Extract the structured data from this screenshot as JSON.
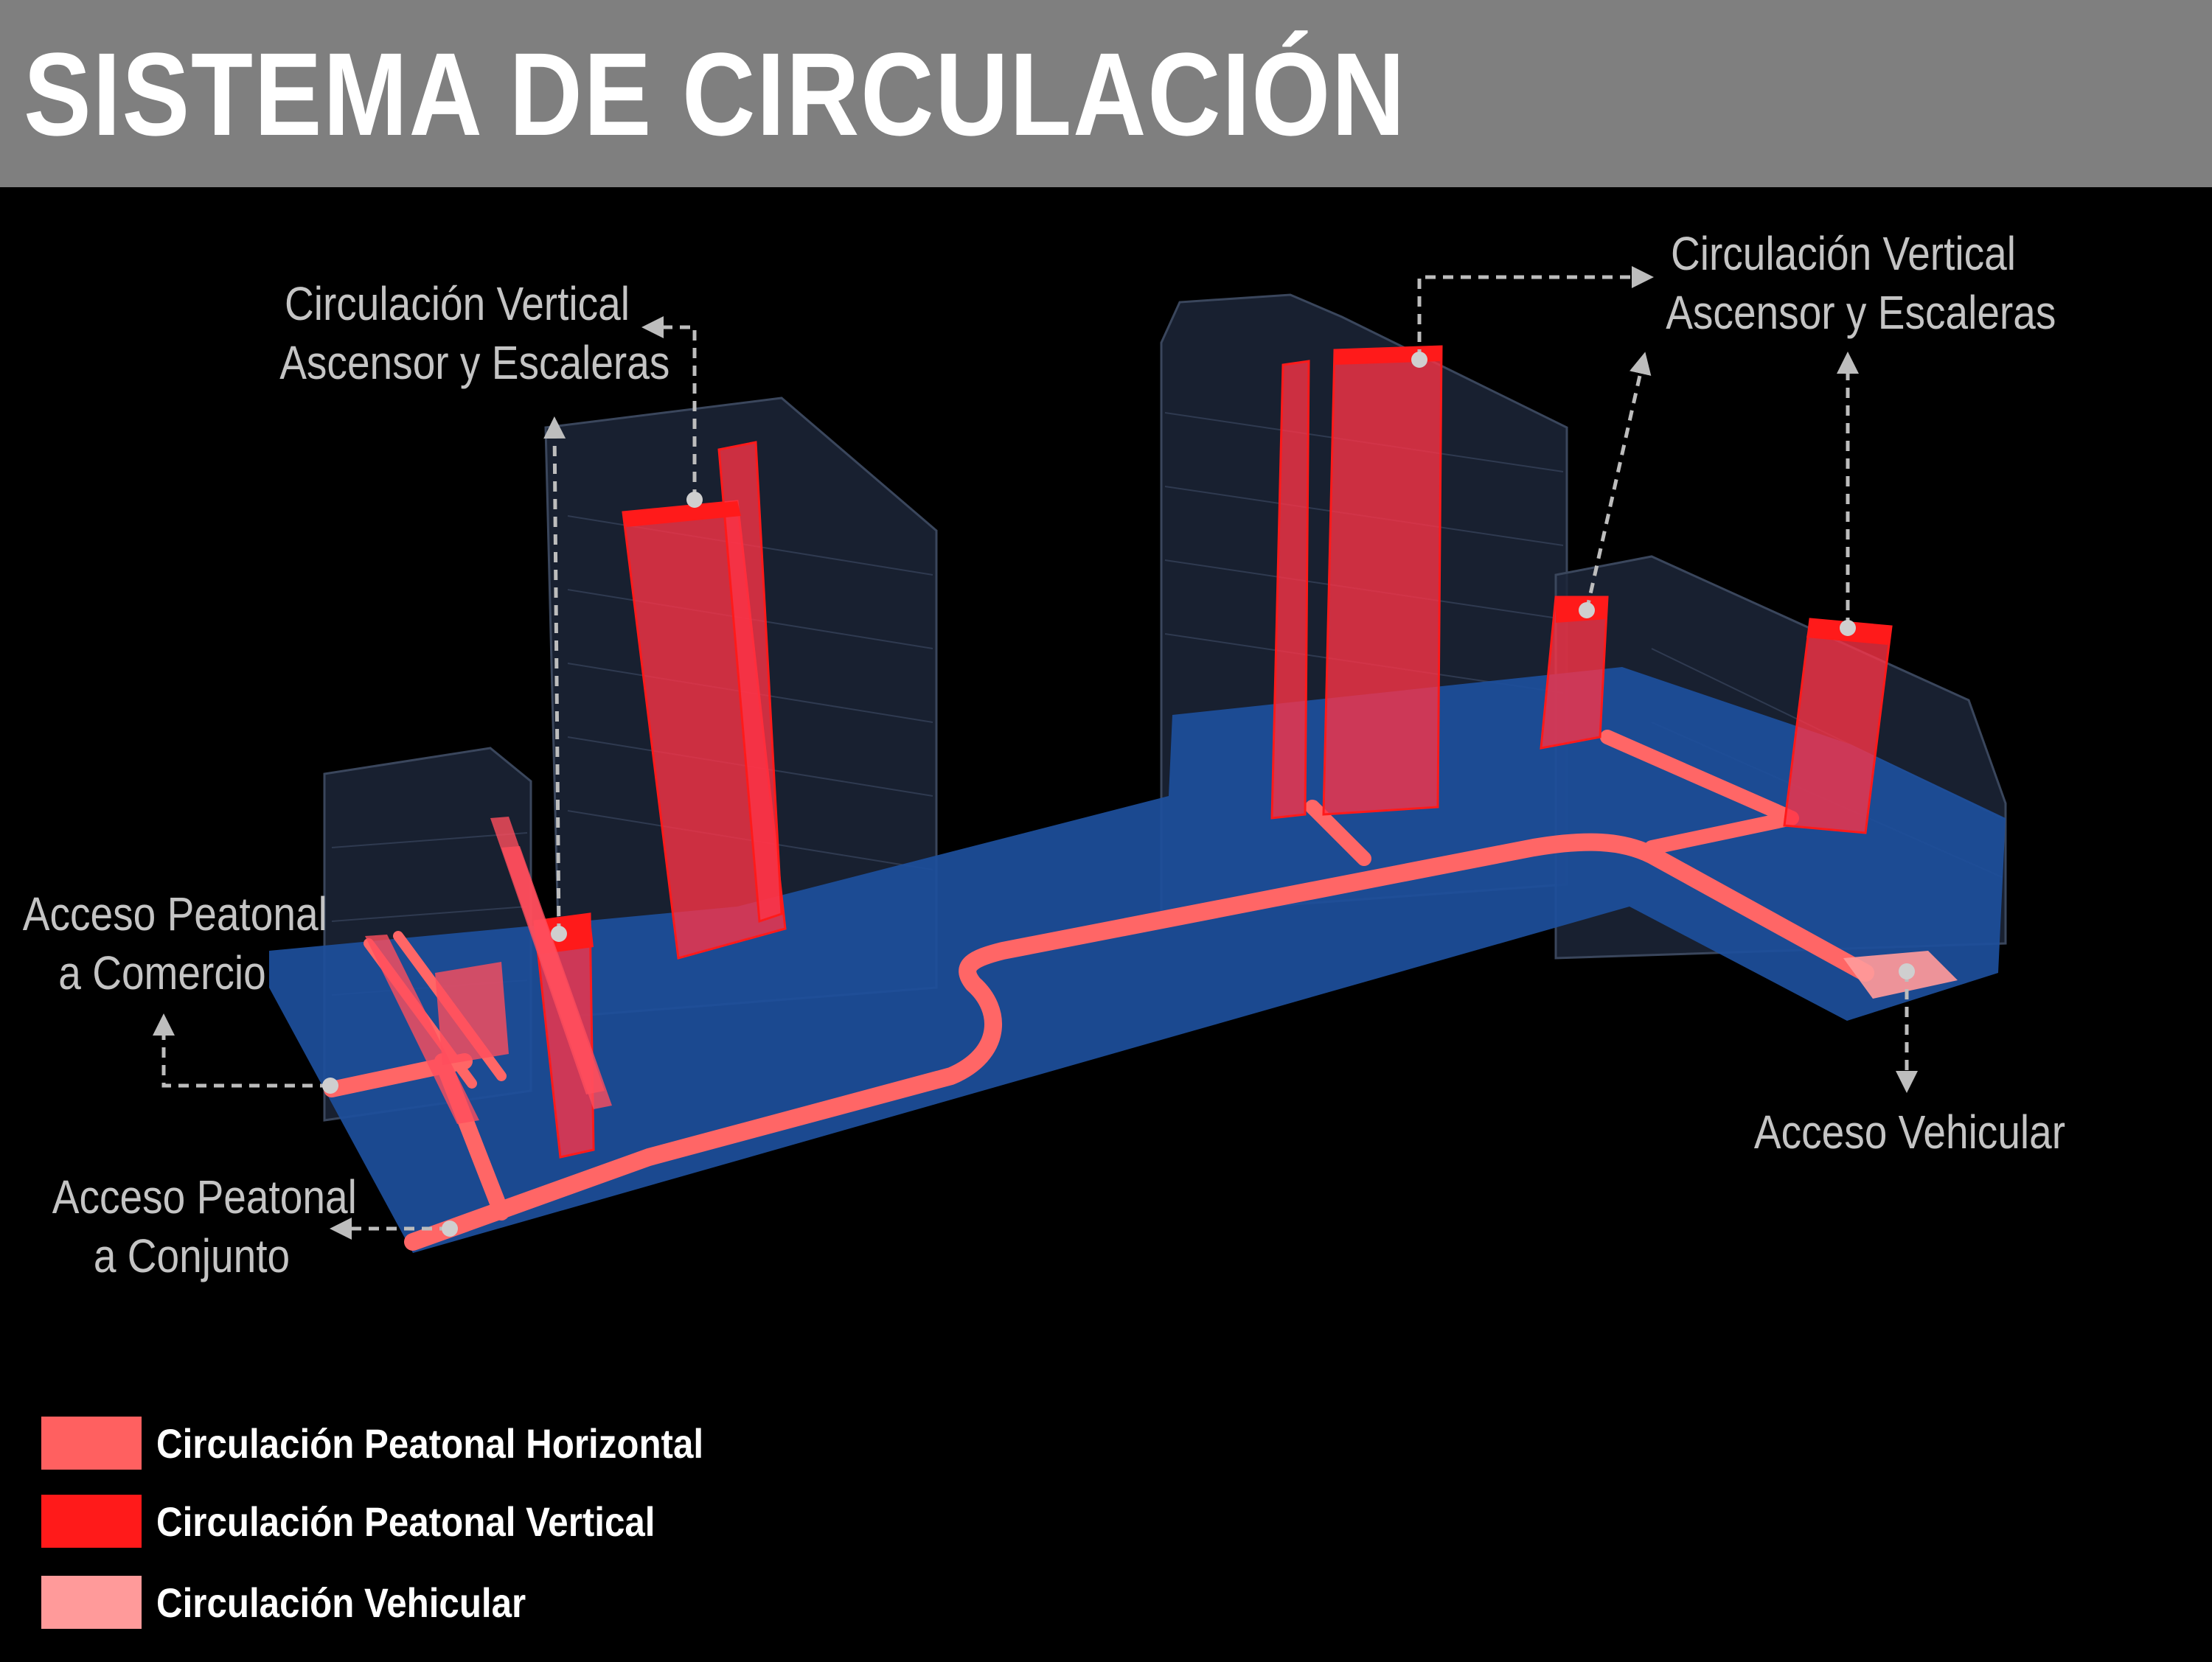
{
  "header": {
    "title": "SISTEMA DE CIRCULACIÓN"
  },
  "diagram": {
    "callouts": [
      {
        "id": "vertical-left",
        "lines": [
          "Circulación Vertical",
          "Ascensor y Escaleras"
        ]
      },
      {
        "id": "vertical-right",
        "lines": [
          "Circulación Vertical",
          "Ascensor y Escaleras"
        ]
      },
      {
        "id": "access-commerce",
        "lines": [
          "Acceso Peatonal",
          "a Comercio"
        ]
      },
      {
        "id": "access-complex",
        "lines": [
          "Acceso Peatonal",
          "a Conjunto"
        ]
      },
      {
        "id": "access-vehicle",
        "lines": [
          "Acceso Vehicular"
        ]
      }
    ]
  },
  "legend": {
    "items": [
      {
        "label": "Circulación Peatonal Horizontal",
        "color": "#ff6060"
      },
      {
        "label": "Circulación Peatonal Vertical",
        "color": "#ff1a1a"
      },
      {
        "label": "Circulación Vehicular",
        "color": "#ff9a9a"
      }
    ]
  },
  "colors": {
    "header_background": "#7f7f7f",
    "background": "#000000",
    "plaza": "#1d4f9c",
    "building_volume": "#1c2638",
    "callout_text": "#c4c4c4",
    "leader_line": "#bdbdbd"
  }
}
